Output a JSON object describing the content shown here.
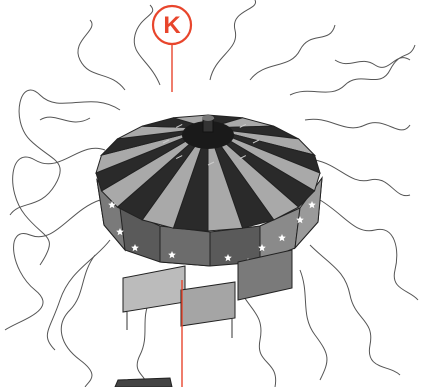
{
  "callout": {
    "label": "K",
    "color": "#e8452c"
  },
  "illustration": {
    "subject": "carousel-canopy-assembly-diagram",
    "canopy_segments": 20,
    "colors": {
      "dark": "#2a2a2a",
      "light": "#a9a9a9",
      "wall": "#5a5a5a",
      "wall_light": "#9a9a9a",
      "hanging_wire": "#555555",
      "stars": "#ffffff"
    }
  }
}
